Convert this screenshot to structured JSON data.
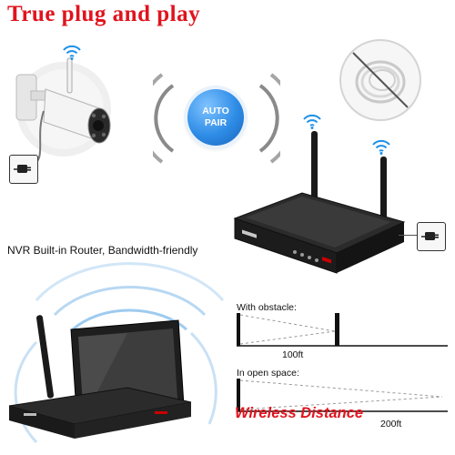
{
  "headline": "True plug and play",
  "pair_badge": {
    "line1": "AUTO",
    "line2": "PAIR"
  },
  "nvr_caption": "NVR Built-in Router, Bandwidth-friendly",
  "obstacle_label": "With obstacle:",
  "obstacle_distance": "100ft",
  "open_label": "In open space:",
  "open_distance": "200ft",
  "footer_title": "Wireless Distance",
  "colors": {
    "headline": "#e0141e",
    "footer": "#e0141e",
    "badge": "#2e8ce6",
    "wifi": "#1e90e6"
  }
}
